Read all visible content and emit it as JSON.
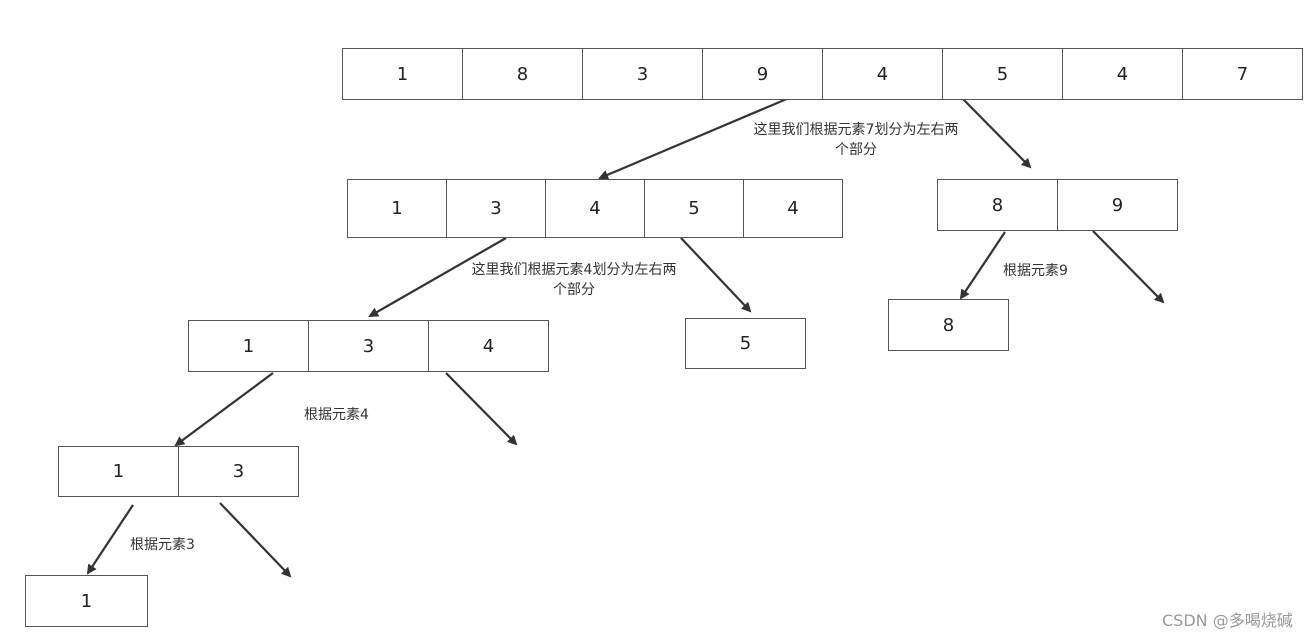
{
  "arrays": [
    {
      "id": "root",
      "values": [
        "1",
        "8",
        "3",
        "9",
        "4",
        "5",
        "4",
        "7"
      ]
    },
    {
      "id": "left-1",
      "values": [
        "1",
        "3",
        "4",
        "5",
        "4"
      ]
    },
    {
      "id": "right-1",
      "values": [
        "8",
        "9"
      ]
    },
    {
      "id": "left-2",
      "values": [
        "1",
        "3",
        "4"
      ]
    },
    {
      "id": "right-2",
      "values": [
        "5"
      ]
    },
    {
      "id": "left-right-1",
      "values": [
        "8"
      ]
    },
    {
      "id": "left-3",
      "values": [
        "1",
        "3"
      ]
    },
    {
      "id": "left-4",
      "values": [
        "1"
      ]
    }
  ],
  "labels": {
    "pivot7_line1": "这里我们根据元素7划分为左右两",
    "pivot7_line2": "个部分",
    "pivot4_line1": "这里我们根据元素4划分为左右两",
    "pivot4_line2": "个部分",
    "pivot4b": "根据元素4",
    "pivot9": "根据元素9",
    "pivot3": "根据元素3"
  },
  "watermark": "CSDN @多喝烧碱"
}
